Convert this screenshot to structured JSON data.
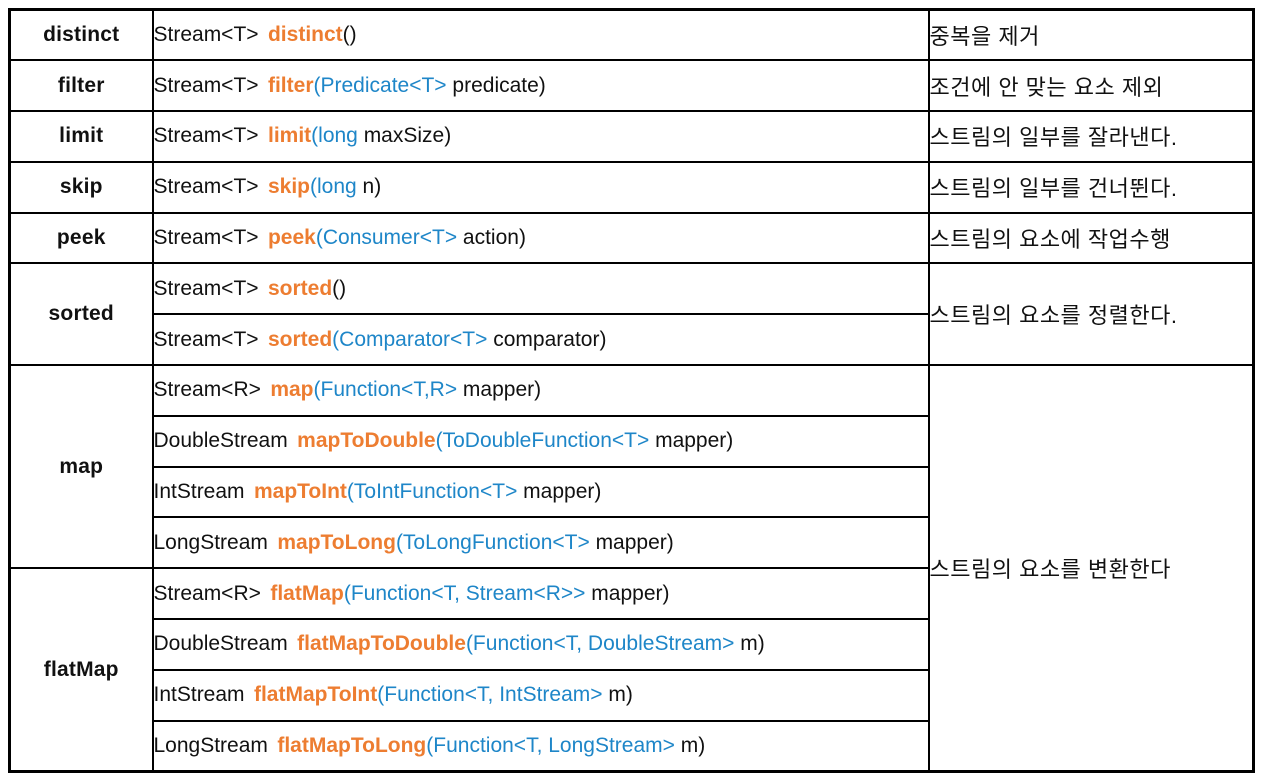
{
  "colors": {
    "method_name_accent": "#ED7D31",
    "param_type_accent": "#1E86C8",
    "text": "#111111",
    "border": "#000000",
    "background": "#FFFFFF"
  },
  "table": {
    "groups": [
      {
        "name": "distinct",
        "description": "중복을 제거",
        "signatures": [
          {
            "ret": "Stream<T>",
            "name": "distinct",
            "ptype": "",
            "rest": "()"
          }
        ]
      },
      {
        "name": "filter",
        "description": "조건에 안 맞는 요소 제외",
        "signatures": [
          {
            "ret": "Stream<T>",
            "name": "filter",
            "ptype": "(Predicate<T>",
            "rest": " predicate)"
          }
        ]
      },
      {
        "name": "limit",
        "description": "스트림의 일부를 잘라낸다.",
        "signatures": [
          {
            "ret": "Stream<T>",
            "name": "limit",
            "ptype": "(long",
            "rest": " maxSize)"
          }
        ]
      },
      {
        "name": "skip",
        "description": "스트림의 일부를 건너뛴다.",
        "signatures": [
          {
            "ret": "Stream<T>",
            "name": "skip",
            "ptype": "(long",
            "rest": " n)"
          }
        ]
      },
      {
        "name": "peek",
        "description": "스트림의 요소에 작업수행",
        "signatures": [
          {
            "ret": "Stream<T>",
            "name": "peek",
            "ptype": "(Consumer<T>",
            "rest": " action)"
          }
        ]
      },
      {
        "name": "sorted",
        "description": "스트림의 요소를 정렬한다.",
        "signatures": [
          {
            "ret": "Stream<T>",
            "name": "sorted",
            "ptype": "",
            "rest": "()"
          },
          {
            "ret": "Stream<T>",
            "name": "sorted",
            "ptype": "(Comparator<T>",
            "rest": " comparator)"
          }
        ]
      },
      {
        "name": "map",
        "description": "스트림의 요소를 변환한다",
        "signatures": [
          {
            "ret": "Stream<R>",
            "name": "map",
            "ptype": "(Function<T,R>",
            "rest": " mapper)"
          },
          {
            "ret": "DoubleStream",
            "name": "mapToDouble",
            "ptype": "(ToDoubleFunction<T>",
            "rest": " mapper)"
          },
          {
            "ret": "IntStream",
            "name": "mapToInt",
            "ptype": "(ToIntFunction<T>",
            "rest": " mapper)"
          },
          {
            "ret": "LongStream",
            "name": "mapToLong",
            "ptype": "(ToLongFunction<T>",
            "rest": " mapper)"
          }
        ]
      },
      {
        "name": "flatMap",
        "signatures": [
          {
            "ret": "Stream<R>",
            "name": "flatMap",
            "ptype": "(Function<T, Stream<R>>",
            "rest": " mapper)"
          },
          {
            "ret": "DoubleStream",
            "name": "flatMapToDouble",
            "ptype": "(Function<T, DoubleStream>",
            "rest": " m)"
          },
          {
            "ret": "IntStream",
            "name": "flatMapToInt",
            "ptype": "(Function<T, IntStream>",
            "rest": " m)"
          },
          {
            "ret": "LongStream",
            "name": "flatMapToLong",
            "ptype": "(Function<T, LongStream>",
            "rest": " m)"
          }
        ]
      }
    ]
  }
}
